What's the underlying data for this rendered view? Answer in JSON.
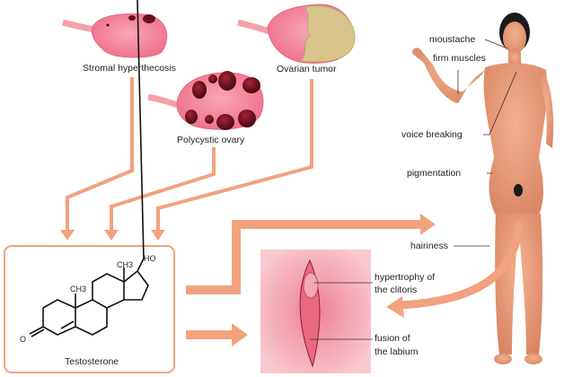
{
  "sources": [
    {
      "id": "stromal",
      "label": "Stromal hyperthecosis"
    },
    {
      "id": "polycystic",
      "label": "Polycystic ovary"
    },
    {
      "id": "tumor",
      "label": "Ovarian tumor"
    }
  ],
  "hormone": {
    "label": "Testosterone",
    "ch3_a": "CH3",
    "ch3_b": "CH3",
    "ho": "HO",
    "o": "O"
  },
  "body_labels": {
    "moustache": "moustache",
    "firm_muscles": "firm muscles",
    "voice_breaking": "voice breaking",
    "pigmentation": "pigmentation",
    "hairiness": "hairiness"
  },
  "genital_labels": {
    "clitoris_1": "hypertrophy of",
    "clitoris_2": "the clitoris",
    "labium_1": "fusion of",
    "labium_2": "the labium"
  },
  "colors": {
    "arrow": "#F2A27E",
    "ovary": "#F07A92",
    "cyst": "#6B0F1E",
    "tumor": "#D8C48A",
    "skin": "#EAA07E",
    "box_border": "#F2A27E",
    "genital_bg": "#F6B9C3"
  }
}
